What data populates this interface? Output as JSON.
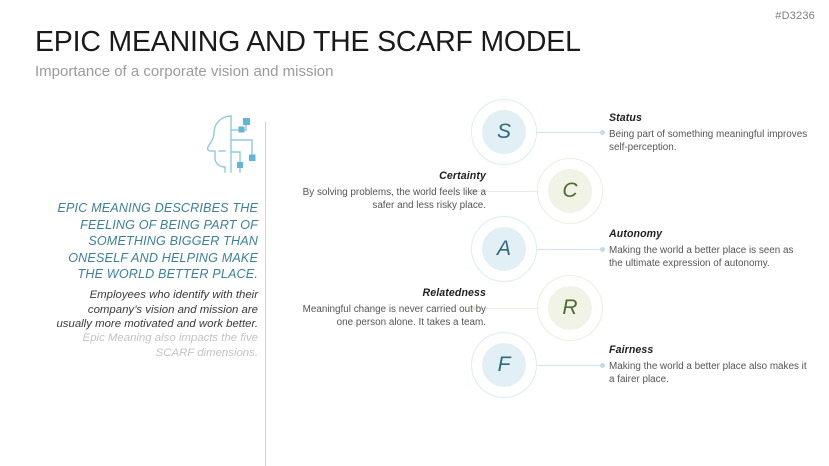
{
  "header": {
    "doc_code": "#D3236",
    "title": "EPIC MEANING AND THE SCARF MODEL",
    "subtitle": "Importance of a corporate vision and mission"
  },
  "left_panel": {
    "icon_name": "head-circuit-icon",
    "quote_primary": "EPIC MEANING DESCRIBES THE FEELING OF BEING PART OF SOMETHING BIGGER THAN ONESELF AND HELPING MAKE THE WORLD BETTER PLACE.",
    "quote_secondary": "Employees who identify with their company’s vision and mission are usually more motivated and work better.",
    "quote_tertiary": "Epic Meaning also impacts the five SCARF dimensions."
  },
  "scarf": {
    "items": [
      {
        "letter": "S",
        "heading": "Status",
        "body": "Being part of something meaningful improves self-perception.",
        "side": "right",
        "color": "#2d6b80",
        "fill": "#e2f0f5"
      },
      {
        "letter": "C",
        "heading": "Certainty",
        "body": "By solving problems, the world feels like a safer and less risky place.",
        "side": "left",
        "color": "#4f6b31",
        "fill": "#f0f3e6"
      },
      {
        "letter": "A",
        "heading": "Autonomy",
        "body": "Making the world a better place is seen as the ultimate expression of autonomy.",
        "side": "right",
        "color": "#2d6b80",
        "fill": "#e2f0f5"
      },
      {
        "letter": "R",
        "heading": "Relatedness",
        "body": "Meaningful change is never carried out by one person alone. It takes a team.",
        "side": "left",
        "color": "#4f6b31",
        "fill": "#f0f3e6"
      },
      {
        "letter": "F",
        "heading": "Fairness",
        "body": "Making the world a better place also makes it a fairer place.",
        "side": "right",
        "color": "#2d6b80",
        "fill": "#e2f0f5"
      }
    ]
  },
  "colors": {
    "title": "#1a1a1a",
    "subtitle": "#9b9b9b",
    "accent_teal": "#3e7f9c",
    "accent_green": "#4f6b31",
    "divider": "#b9dcea"
  }
}
